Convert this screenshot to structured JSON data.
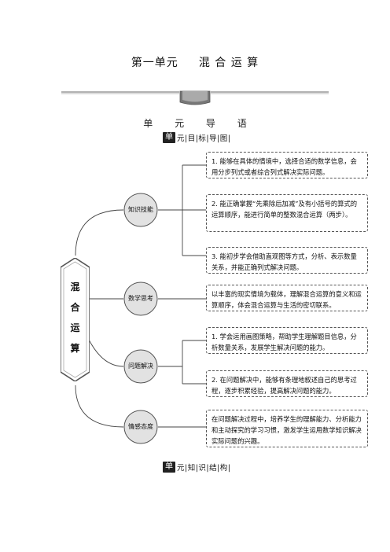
{
  "header": {
    "unit_label": "第一单元",
    "unit_title": "混 合 运 算"
  },
  "section": {
    "heading": "单 元 导 语"
  },
  "tags": {
    "goals": {
      "mark": "单",
      "text": "元|目|标|导|图|"
    },
    "structure": {
      "mark": "单",
      "text": "元|知|识|结|构|"
    }
  },
  "mindmap": {
    "root": [
      "混",
      "合",
      "运",
      "算"
    ],
    "branches": [
      {
        "label": "知识技能"
      },
      {
        "label": "数学思考"
      },
      {
        "label": "问题解决"
      },
      {
        "label": "情感态度"
      }
    ],
    "goals": [
      {
        "text": "1. 能够在具体的情境中，选择合适的数学信息，会用分步列式或者综合列式解决实际问题。"
      },
      {
        "text": "2. 能正确掌握“先乘除后加减”及有小括号的算式的运算顺序，能进行简单的整数混合运算（两步）。"
      },
      {
        "text": "3. 能初步学会借助直观图等方式，分析、表示数量关系，并能正确列式解决问题。"
      },
      {
        "text": "以丰富的现实情境为载体，理解混合运算的意义和运算顺序，体会混合运算与生活的密切联系。"
      },
      {
        "text": "1. 学会运用画图策略，帮助学生理解题目信息，分析数量关系，发展学生解决问题的能力。"
      },
      {
        "text": "2. 在问题解决中，能够有条理地叙述自己的思考过程，逐步积累经验，提高解决问题的能力。"
      },
      {
        "text": "在问题解决过程中，培养学生的理解能力、分析能力和主动探究的学习习惯，激发学生运用数学知识解决实际问题的兴趣。"
      }
    ]
  }
}
